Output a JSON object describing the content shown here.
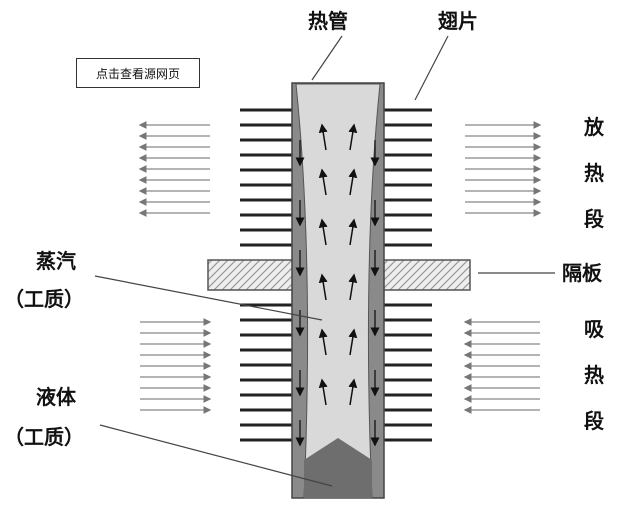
{
  "button": {
    "view_source": "点击查看源网页"
  },
  "labels": {
    "heat_pipe": "热管",
    "fins": "翅片",
    "release": [
      "放",
      "热",
      "段"
    ],
    "partition": "隔板",
    "absorb": [
      "吸",
      "热",
      "段"
    ],
    "vapor": "蒸汽",
    "vapor_medium": "（工质）",
    "liquid": "液体",
    "liquid_medium": "（工质）"
  },
  "colors": {
    "wall": "#8a8a8a",
    "vapor": "#d9d9d9",
    "liquid": "#6e6e6e"
  }
}
